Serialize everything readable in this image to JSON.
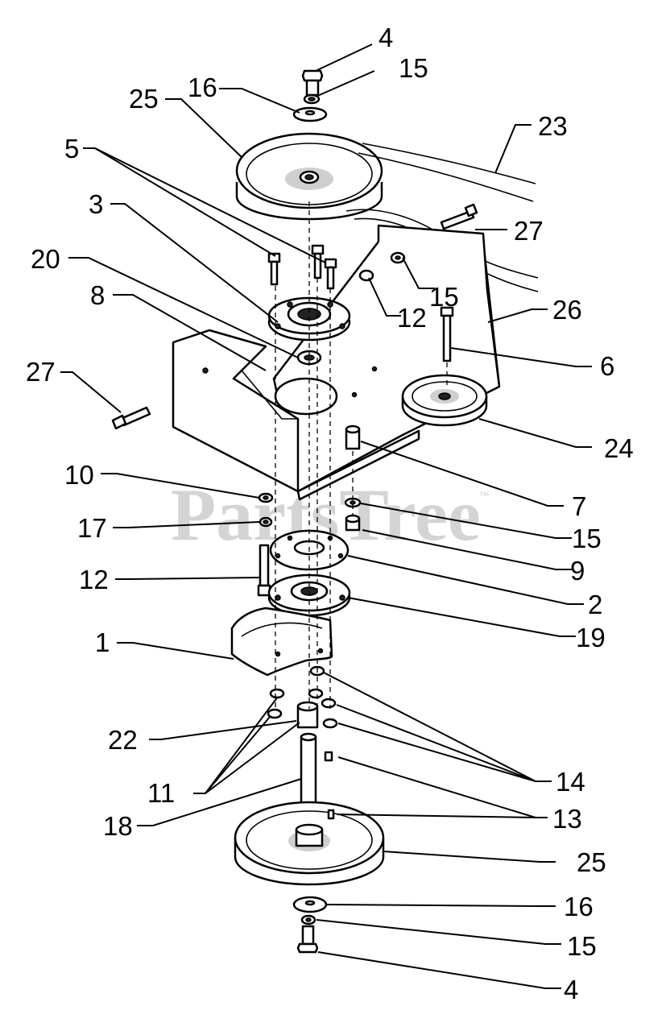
{
  "watermark": {
    "text": "PartsTree",
    "tm": "™"
  },
  "labels": [
    {
      "id": "l4a",
      "text": "4"
    },
    {
      "id": "l15a",
      "text": "15"
    },
    {
      "id": "l16a",
      "text": "16"
    },
    {
      "id": "l25a",
      "text": "25"
    },
    {
      "id": "l23",
      "text": "23"
    },
    {
      "id": "l5",
      "text": "5"
    },
    {
      "id": "l3",
      "text": "3"
    },
    {
      "id": "l27a",
      "text": "27"
    },
    {
      "id": "l20",
      "text": "20"
    },
    {
      "id": "l8",
      "text": "8"
    },
    {
      "id": "l15b",
      "text": "15"
    },
    {
      "id": "l12a",
      "text": "12"
    },
    {
      "id": "l26",
      "text": "26"
    },
    {
      "id": "l6",
      "text": "6"
    },
    {
      "id": "l27b",
      "text": "27"
    },
    {
      "id": "l24",
      "text": "24"
    },
    {
      "id": "l10",
      "text": "10"
    },
    {
      "id": "l7",
      "text": "7"
    },
    {
      "id": "l17",
      "text": "17"
    },
    {
      "id": "l15c",
      "text": "15"
    },
    {
      "id": "l12b",
      "text": "12"
    },
    {
      "id": "l9",
      "text": "9"
    },
    {
      "id": "l2",
      "text": "2"
    },
    {
      "id": "l1",
      "text": "1"
    },
    {
      "id": "l19",
      "text": "19"
    },
    {
      "id": "l22",
      "text": "22"
    },
    {
      "id": "l14",
      "text": "14"
    },
    {
      "id": "l11",
      "text": "11"
    },
    {
      "id": "l13",
      "text": "13"
    },
    {
      "id": "l18",
      "text": "18"
    },
    {
      "id": "l25b",
      "text": "25"
    },
    {
      "id": "l16b",
      "text": "16"
    },
    {
      "id": "l15d",
      "text": "15"
    },
    {
      "id": "l4b",
      "text": "4"
    }
  ]
}
